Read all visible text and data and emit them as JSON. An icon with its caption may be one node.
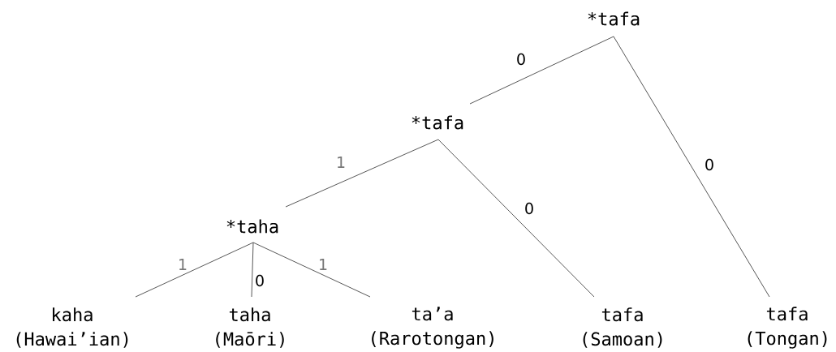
{
  "diagram": {
    "nodes": [
      {
        "text": [
          "*tafa"
        ]
      },
      {
        "text": [
          "*tafa"
        ]
      },
      {
        "text": [
          "*taha"
        ]
      },
      {
        "text": [
          "kaha",
          "(Hawai’ian)"
        ]
      },
      {
        "text": [
          "taha",
          "(Maōri)"
        ]
      },
      {
        "text": [
          "ta’a",
          "(Rarotongan)"
        ]
      },
      {
        "text": [
          "tafa",
          "(Samoan)"
        ]
      },
      {
        "text": [
          "tafa",
          "(Tongan)"
        ]
      }
    ],
    "edges": [
      {
        "from": 0,
        "to": 1,
        "arrow": "none",
        "label": "0"
      },
      {
        "from": 0,
        "to": 7,
        "arrow": "none",
        "label": "0"
      },
      {
        "from": 1,
        "to": 2,
        "arrow": "none",
        "label": "1"
      },
      {
        "from": 1,
        "to": 6,
        "arrow": "none",
        "label": "0"
      },
      {
        "from": 2,
        "to": 3,
        "arrow": "none",
        "label": "1"
      },
      {
        "from": 2,
        "to": 4,
        "arrow": "none",
        "label": "0"
      },
      {
        "from": 2,
        "to": 5,
        "arrow": "none",
        "label": "1"
      }
    ]
  }
}
